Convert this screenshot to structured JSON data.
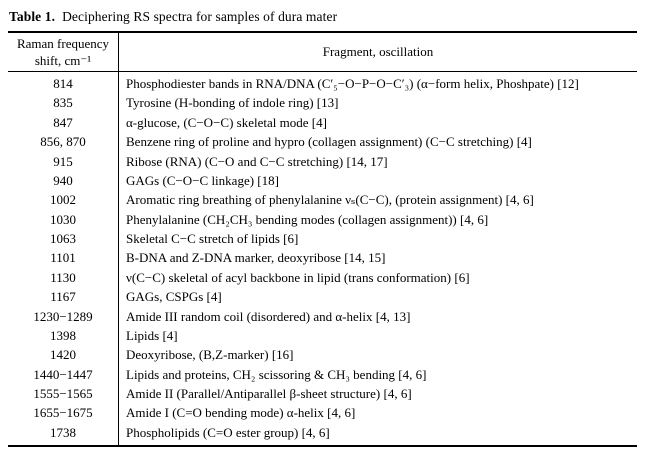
{
  "caption": {
    "label": "Table 1.",
    "text": "Deciphering RS spectra for samples of dura mater"
  },
  "table": {
    "col1_header": "Raman frequency shift, cm⁻¹",
    "col2_header": "Fragment, oscillation",
    "rows": [
      {
        "shift": "814",
        "fragment": "Phosphodiester bands in RNA/DNA (C′₅−O−P−O−C′₃) (α−form helix, Phoshpate) [12]"
      },
      {
        "shift": "835",
        "fragment": "Tyrosine (H-bonding of indole ring) [13]"
      },
      {
        "shift": "847",
        "fragment": "α-glucose, (C−O−C) skeletal mode [4]"
      },
      {
        "shift": "856, 870",
        "fragment": "Benzene ring of proline and hypro (collagen assignment) (C−C stretching) [4]"
      },
      {
        "shift": "915",
        "fragment": "Ribose (RNA) (C−O and C−C stretching) [14, 17]"
      },
      {
        "shift": "940",
        "fragment": "GAGs (C−O−C linkage) [18]"
      },
      {
        "shift": "1002",
        "fragment": "Aromatic ring breathing of phenylalanine νₛ(C−C), (protein assignment) [4, 6]"
      },
      {
        "shift": "1030",
        "fragment": "Phenylalanine (CH₂CH₃ bending modes (collagen assignment)) [4, 6]"
      },
      {
        "shift": "1063",
        "fragment": "Skeletal C−C stretch of lipids [6]"
      },
      {
        "shift": "1101",
        "fragment": "B-DNA and Z-DNA marker, deoxyribose [14, 15]"
      },
      {
        "shift": "1130",
        "fragment": "ν(C−C) skeletal of acyl backbone in lipid (trans conformation) [6]"
      },
      {
        "shift": "1167",
        "fragment": "GAGs, CSPGs [4]"
      },
      {
        "shift": "1230−1289",
        "fragment": "Amide III random coil (disordered) and α-helix [4, 13]"
      },
      {
        "shift": "1398",
        "fragment": "Lipids [4]"
      },
      {
        "shift": "1420",
        "fragment": "Deoxyribose, (B,Z-marker) [16]"
      },
      {
        "shift": "1440−1447",
        "fragment": "Lipids and proteins, CH₂ scissoring & CH₃ bending [4, 6]"
      },
      {
        "shift": "1555−1565",
        "fragment": "Amide II (Parallel/Antiparallel β-sheet structure) [4, 6]"
      },
      {
        "shift": "1655−1675",
        "fragment": "Amide I (C=O bending mode) α-helix [4, 6]"
      },
      {
        "shift": "1738",
        "fragment": "Phospholipids (C=O ester group) [4, 6]"
      }
    ]
  }
}
